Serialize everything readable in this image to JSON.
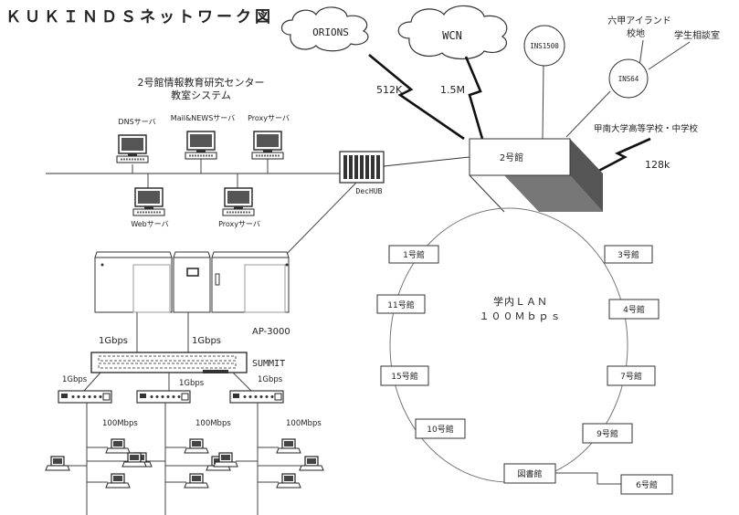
{
  "title": "ＫＵＫＩＮＤＳネットワーク図",
  "center_title": "2号館情報教育研究センター",
  "center_subtitle": "教室システム",
  "clouds": {
    "orions": "ORIONS",
    "wcn": "WCN"
  },
  "links": {
    "orions": "512K",
    "wcn": "1.5M",
    "konan": "128k"
  },
  "circles": {
    "ins1500": "INS1500",
    "ins64": "INS64"
  },
  "rokko": [
    "六甲アイランド",
    "校地"
  ],
  "counsel": "学生相談室",
  "konan": "甲南大学高等学校・中学校",
  "hub_bldg": "2号館",
  "dechub": "DecHUB",
  "servers": {
    "dns": "DNSサーバ",
    "mail": "Mail&NEWSサーバ",
    "proxy1": "Proxyサーバ",
    "web": "Webサーバ",
    "proxy2": "Proxyサーバ"
  },
  "ap3000": "AP-3000",
  "summit": "SUMMIT",
  "speeds": {
    "g1": "1Gbps",
    "g2": "1Gbps",
    "g3": "1Gbps",
    "g4": "1Gbps",
    "g5": "1Gbps",
    "m1": "100Mbps",
    "m2": "100Mbps",
    "m3": "100Mbps"
  },
  "lan": [
    "学内ＬＡＮ",
    "１００Ｍｂｐｓ"
  ],
  "buildings": {
    "b1": "1号館",
    "b3": "3号館",
    "b11": "11号館",
    "b4": "4号館",
    "b15": "15号館",
    "b7": "7号館",
    "b10": "10号館",
    "b9": "9号館",
    "lib": "図書館",
    "b6": "6号館"
  }
}
